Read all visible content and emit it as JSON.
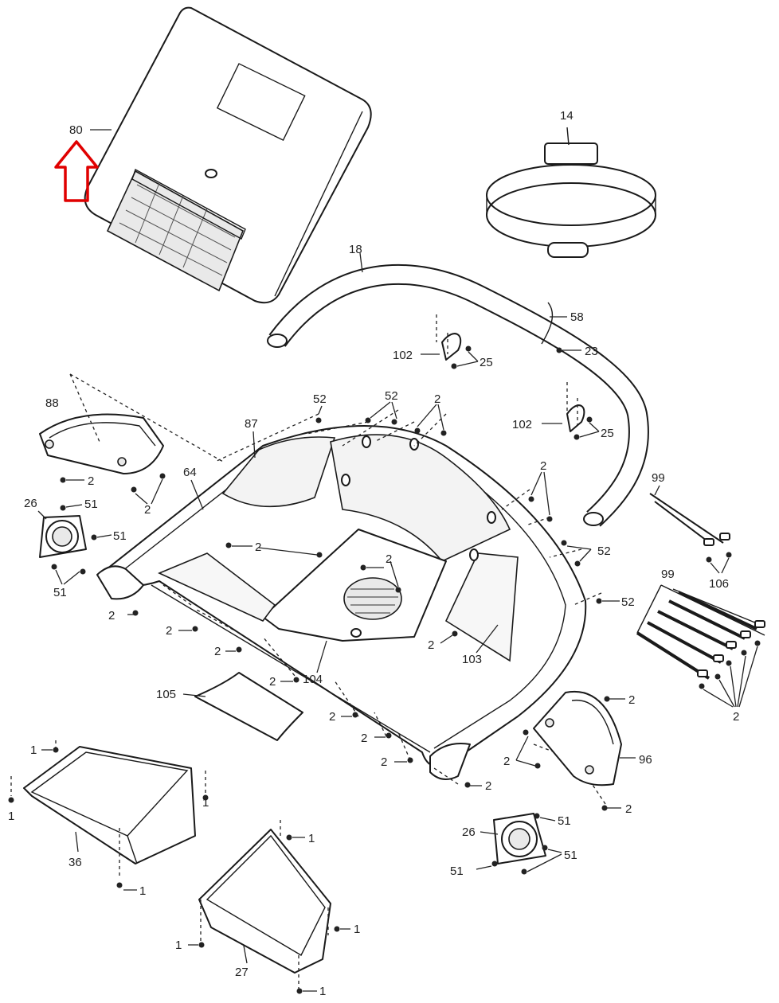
{
  "highlight": {
    "color": "#e00000",
    "icon": "red-up-arrow"
  },
  "labels": {
    "p80": "80",
    "p14": "14",
    "p18": "18",
    "p58": "58",
    "p23": "23",
    "p102a": "102",
    "p25a": "25",
    "p102b": "102",
    "p25b": "25",
    "p88": "88",
    "p2_88a": "2",
    "p2_88b": "2",
    "p26a": "26",
    "p51a": "51",
    "p51b": "51",
    "p51c": "51",
    "p87": "87",
    "p64": "64",
    "p52a": "52",
    "p52b": "52",
    "p2top": "2",
    "p2right": "2",
    "p52c": "52",
    "p52d": "52",
    "p99a": "99",
    "p106": "106",
    "p99b": "99",
    "p2rb": "2",
    "p2inner": "2",
    "p2mid": "2",
    "p2l1": "2",
    "p2l2": "2",
    "p2l3": "2",
    "p2c1": "2",
    "p104": "104",
    "p2c2": "2",
    "p103": "103",
    "p105": "105",
    "p2b1": "2",
    "p2b2": "2",
    "p2b3": "2",
    "p2b4": "2",
    "p2s1": "2",
    "p96": "96",
    "p2s2": "2",
    "p2s3": "2",
    "p36": "36",
    "p1a": "1",
    "p1b": "1",
    "p1c": "1",
    "p1d": "1",
    "p27": "27",
    "p1e": "1",
    "p1f": "1",
    "p1g": "1",
    "p1h": "1",
    "p26b": "26",
    "p51d": "51",
    "p51e": "51",
    "p51f": "51"
  }
}
